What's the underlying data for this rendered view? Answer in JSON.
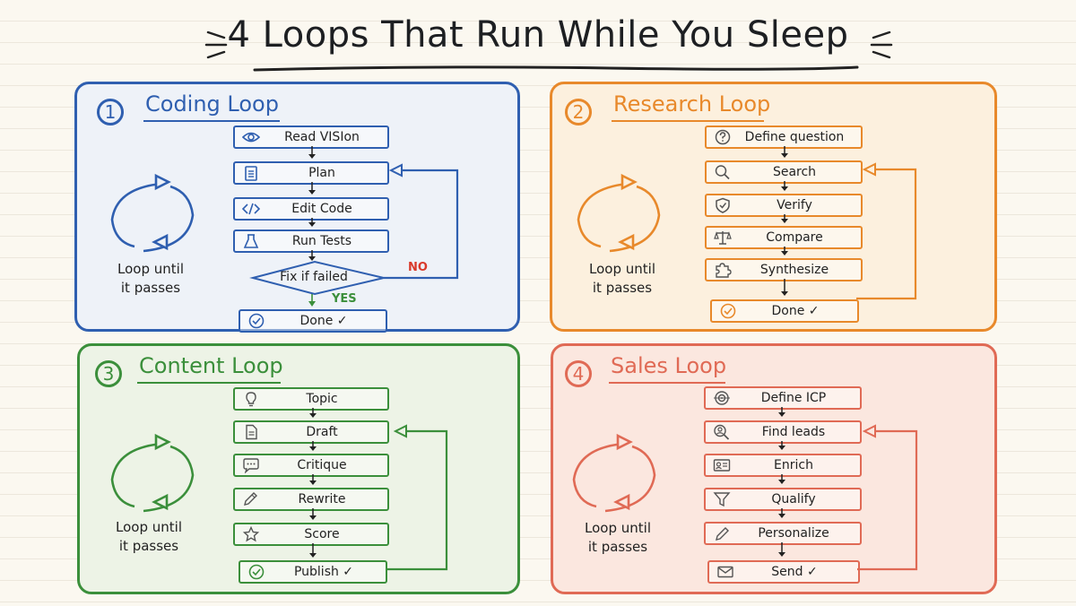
{
  "title": "4 Loops That Run While You Sleep",
  "colors": {
    "blue": "#2f5fb0",
    "orange": "#e8892b",
    "green": "#3b8f3b",
    "red": "#e06a55"
  },
  "coding": {
    "number": "1",
    "title": "Coding Loop",
    "steps": [
      "Read VISIon",
      "Plan",
      "Edit Code",
      "Run Tests"
    ],
    "decision": "Fix if failed",
    "no_label": "NO",
    "yes_label": "YES",
    "done": "Done ✓",
    "loop_text_1": "Loop until",
    "loop_text_2": "it passes"
  },
  "research": {
    "number": "2",
    "title": "Research Loop",
    "steps": [
      "Define question",
      "Search",
      "Verify",
      "Compare",
      "Synthesize",
      "Done ✓"
    ],
    "loop_text_1": "Loop until",
    "loop_text_2": "it passes"
  },
  "content": {
    "number": "3",
    "title": "Content Loop",
    "steps": [
      "Topic",
      "Draft",
      "Critique",
      "Rewrite",
      "Score",
      "Publish ✓"
    ],
    "loop_text_1": "Loop until",
    "loop_text_2": "it passes"
  },
  "sales": {
    "number": "4",
    "title": "Sales Loop",
    "steps": [
      "Define ICP",
      "Find leads",
      "Enrich",
      "Qualify",
      "Personalize",
      "Send ✓"
    ],
    "loop_text_1": "Loop until",
    "loop_text_2": "it passes"
  }
}
